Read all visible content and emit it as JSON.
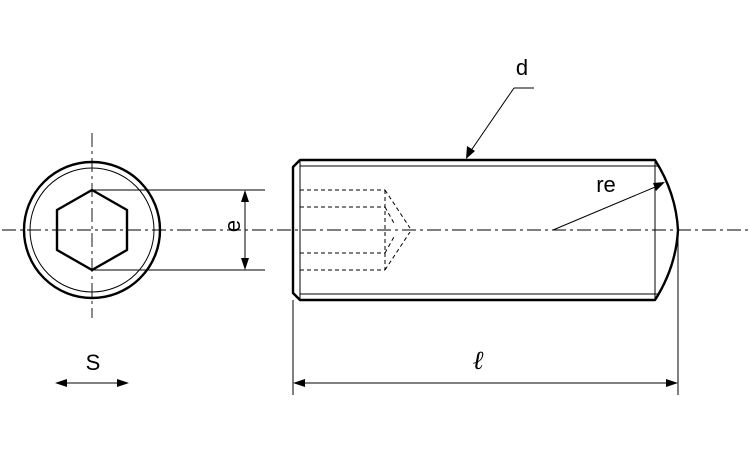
{
  "labels": {
    "diameter": "d",
    "end_radius": "re",
    "hex_depth": "e",
    "hex_size": "S",
    "length": "ℓ"
  }
}
